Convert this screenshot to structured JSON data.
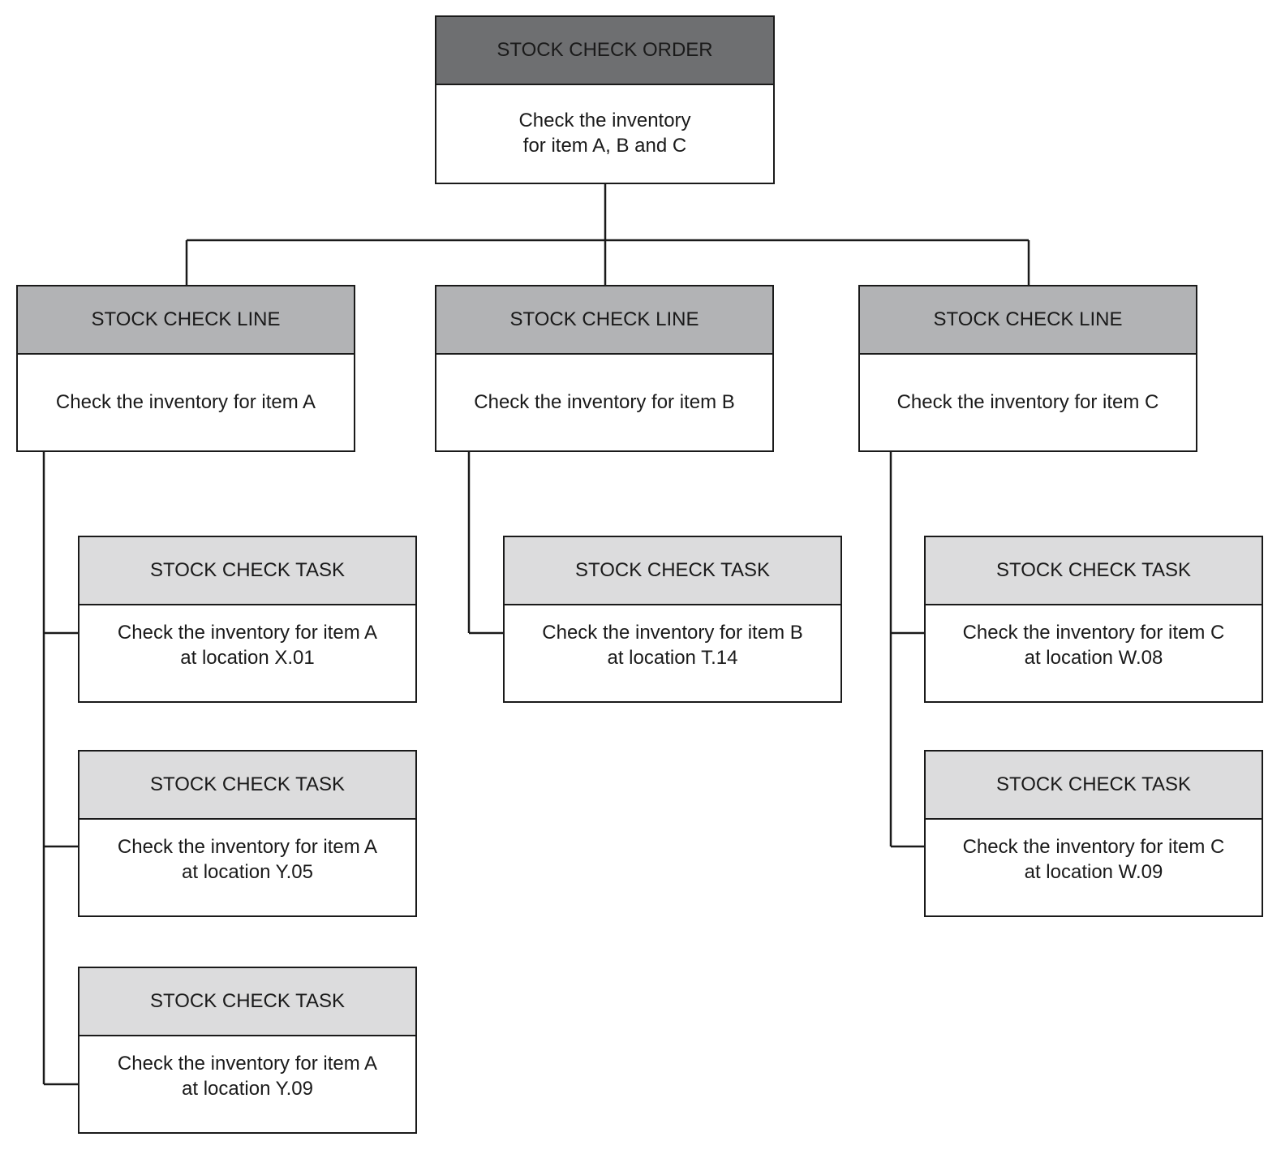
{
  "colors": {
    "order_header": "#6e6f71",
    "line_header": "#b2b3b5",
    "task_header": "#dcdcdd",
    "border": "#1a1a1a"
  },
  "order": {
    "title": "STOCK CHECK ORDER",
    "text": "Check the inventory\nfor item A, B and C"
  },
  "lines": [
    {
      "title": "STOCK CHECK LINE",
      "text": "Check the inventory for item A",
      "tasks": [
        {
          "title": "STOCK CHECK TASK",
          "text": "Check the inventory for item A\nat location X.01"
        },
        {
          "title": "STOCK CHECK TASK",
          "text": "Check the inventory for item A\nat location Y.05"
        },
        {
          "title": "STOCK CHECK TASK",
          "text": "Check the inventory for item A\nat location Y.09"
        }
      ]
    },
    {
      "title": "STOCK CHECK LINE",
      "text": "Check the inventory for item B",
      "tasks": [
        {
          "title": "STOCK CHECK TASK",
          "text": "Check the inventory for item B\nat location T.14"
        }
      ]
    },
    {
      "title": "STOCK CHECK LINE",
      "text": "Check the inventory for item C",
      "tasks": [
        {
          "title": "STOCK CHECK TASK",
          "text": "Check the inventory for item C\nat location W.08"
        },
        {
          "title": "STOCK CHECK TASK",
          "text": "Check the inventory for item C\nat location W.09"
        }
      ]
    }
  ]
}
